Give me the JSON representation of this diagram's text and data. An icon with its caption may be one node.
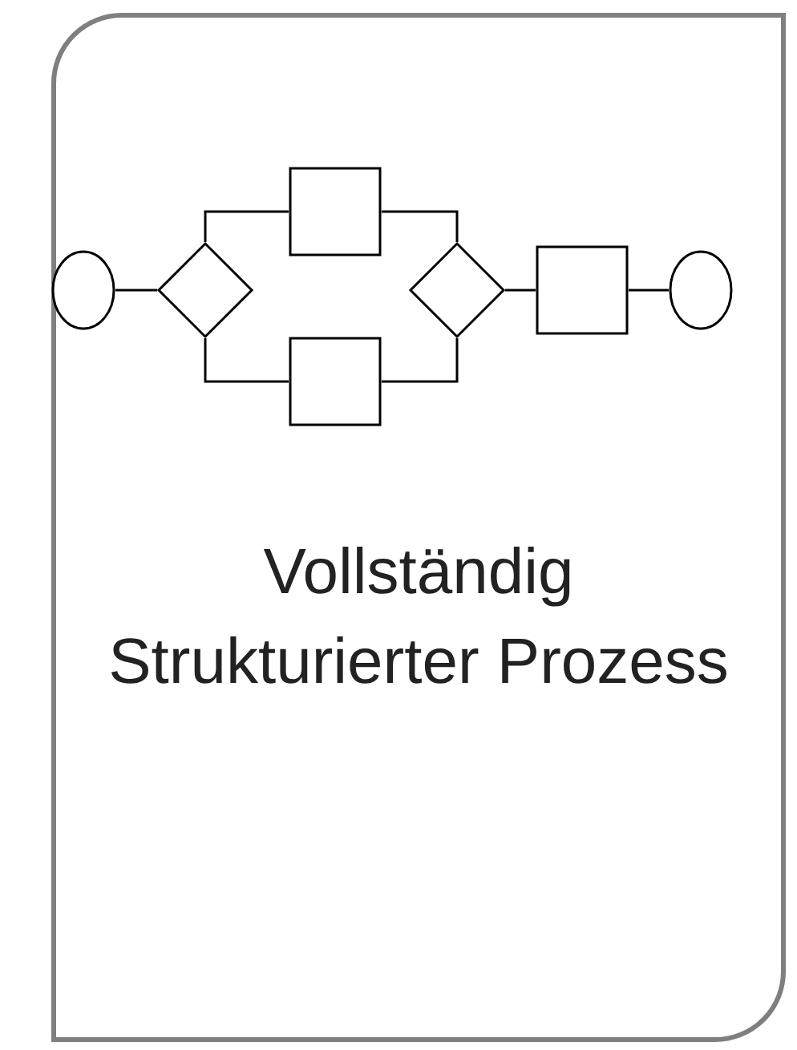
{
  "diagram": {
    "nodes": [
      {
        "text": [
          "Vollständig Strukturierter Prozess"
        ]
      },
      {
        "text": [],
        "shape": "circle",
        "in": 0
      },
      {
        "text": [],
        "shape": "diamond",
        "in": 0
      },
      {
        "text": [],
        "shape": "box",
        "in": 0
      },
      {
        "text": [],
        "shape": "box",
        "in": 0
      },
      {
        "text": [],
        "shape": "diamond",
        "in": 0
      },
      {
        "text": [],
        "shape": "box",
        "in": 0
      },
      {
        "text": [],
        "shape": "circle",
        "in": 0
      }
    ],
    "edges": [
      {
        "from": 1,
        "to": 2,
        "arrow": "none"
      },
      {
        "from": 2,
        "to": 3,
        "arrow": "none"
      },
      {
        "from": 2,
        "to": 4,
        "arrow": "none"
      },
      {
        "from": 3,
        "to": 5,
        "arrow": "none"
      },
      {
        "from": 4,
        "to": 5,
        "arrow": "none"
      },
      {
        "from": 5,
        "to": 6,
        "arrow": "none"
      },
      {
        "from": 6,
        "to": 7,
        "arrow": "none"
      }
    ]
  }
}
